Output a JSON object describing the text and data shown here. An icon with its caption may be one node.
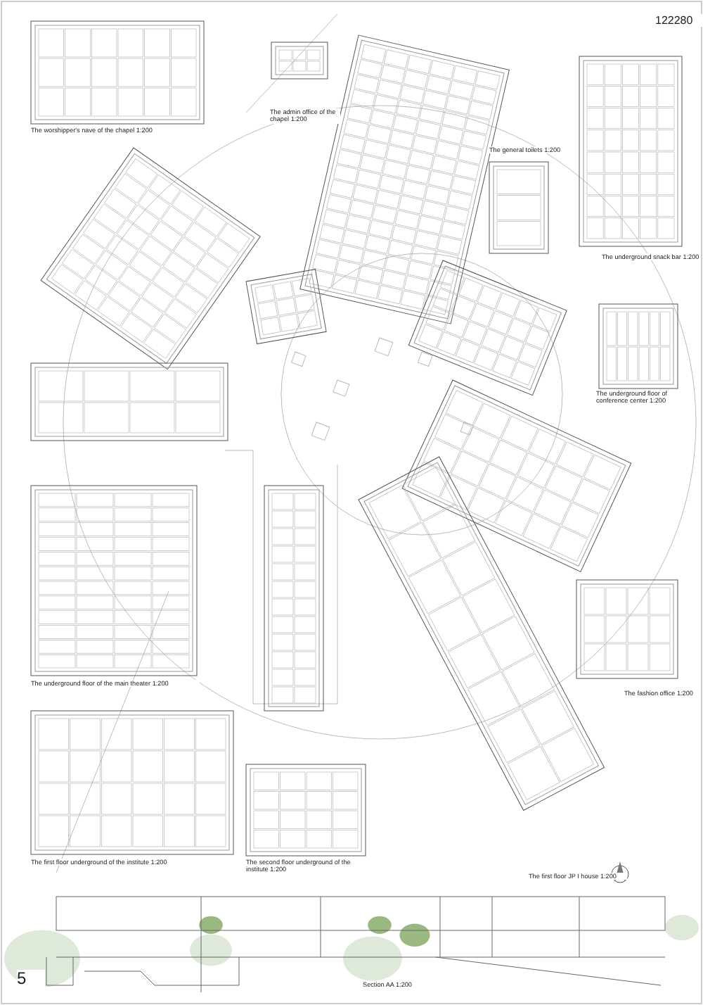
{
  "diagram": {
    "labels": [
      "122280",
      "The worshipper's nave of the chapel 1:200",
      "The admin office of the chapel 1:200",
      "The general toilets 1:200",
      "The  underground snack bar 1:200",
      "The underground floor of conference center 1:200",
      "The underground floor of the main theater 1:200",
      "The fashion  office 1:200",
      "The first floor underground of the institute 1:200",
      "The second floor underground of the institute 1:200",
      "The first floor  JP I house  1:200",
      "Section AA 1:200",
      "5"
    ]
  }
}
